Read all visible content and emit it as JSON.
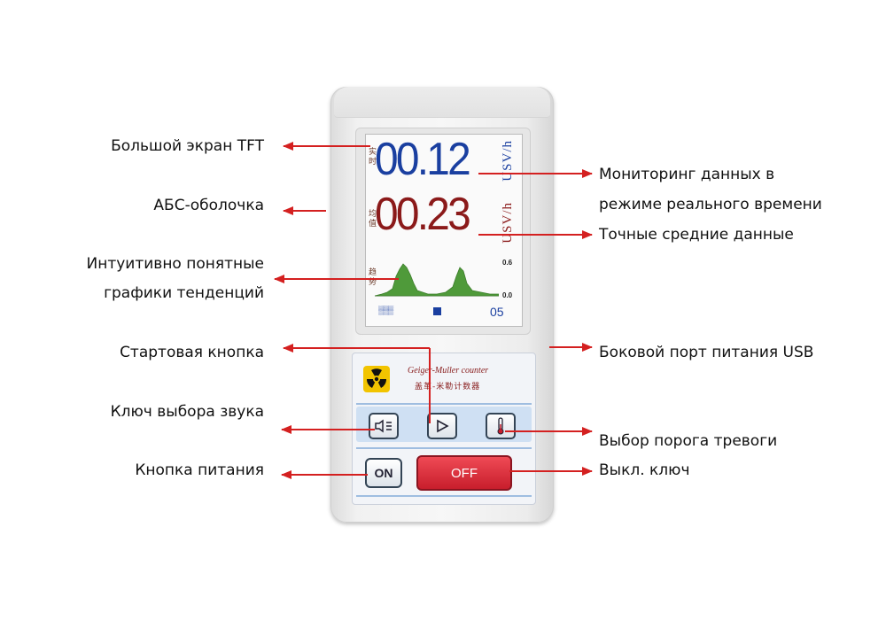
{
  "labels_left": {
    "tft_screen": "Большой экран TFT",
    "abs_shell": "АБС-оболочка",
    "trend_graphs_line1": "Интуитивно понятные",
    "trend_graphs_line2": "графики тенденций",
    "start_button": "Стартовая кнопка",
    "sound_key": "Ключ выбора звука",
    "power_button": "Кнопка питания"
  },
  "labels_right": {
    "realtime_line1": "Мониторинг данных в",
    "realtime_line2": "режиме реального времени",
    "average_data": "Точные средние данные",
    "usb_port": "Боковой порт питания USB",
    "alarm_threshold": "Выбор порога тревоги",
    "off_key": "Выкл. ключ"
  },
  "device": {
    "screen": {
      "realtime_tag": [
        "实",
        "时"
      ],
      "average_tag": [
        "均",
        "值"
      ],
      "trend_tag": [
        "趋",
        "势"
      ],
      "realtime_value": "00.12",
      "average_value": "00.23",
      "unit": "USV/h",
      "scale_top": "0.6",
      "scale_bottom": "0.0",
      "counter": "05"
    },
    "brand": "Geiger-Muller counter",
    "brand_sub": "盖革-米勒计数器",
    "on_label": "ON",
    "off_label": "OFF"
  },
  "colors": {
    "arrow": "#d42020",
    "realtime_value": "#1a3fa0",
    "average_value": "#8b1a1a",
    "graph_fill": "#4f9a3a",
    "off_button": "#d8283a",
    "hazard": "#f2c400"
  }
}
